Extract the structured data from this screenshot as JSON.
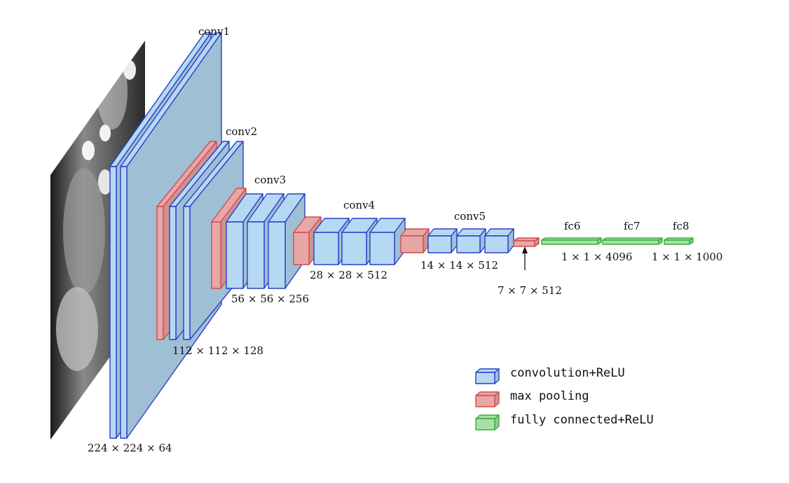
{
  "colors": {
    "conv_fill": "#b5d9f2",
    "conv_stroke": "#2b3fc8",
    "pool_fill": "#e8a7a7",
    "pool_stroke": "#d24b4b",
    "fc_fill": "#a8e0a8",
    "fc_stroke": "#3aae3a"
  },
  "labels": {
    "conv1": "conv1",
    "conv2": "conv2",
    "conv3": "conv3",
    "conv4": "conv4",
    "conv5": "conv5",
    "fc6": "fc6",
    "fc7": "fc7",
    "fc8": "fc8"
  },
  "dims": {
    "d1": "224 × 224 × 64",
    "d2": "112 × 112 × 128",
    "d3": "56 × 56 × 256",
    "d4": "28 × 28 × 512",
    "d5": "14 × 14 × 512",
    "d6": "7 × 7 × 512",
    "d7": "1 × 1 × 4096",
    "d8": "1 × 1 × 1000"
  },
  "legend": {
    "conv": "convolution+ReLU",
    "pool": "max pooling",
    "fc": "fully connected+ReLU"
  }
}
